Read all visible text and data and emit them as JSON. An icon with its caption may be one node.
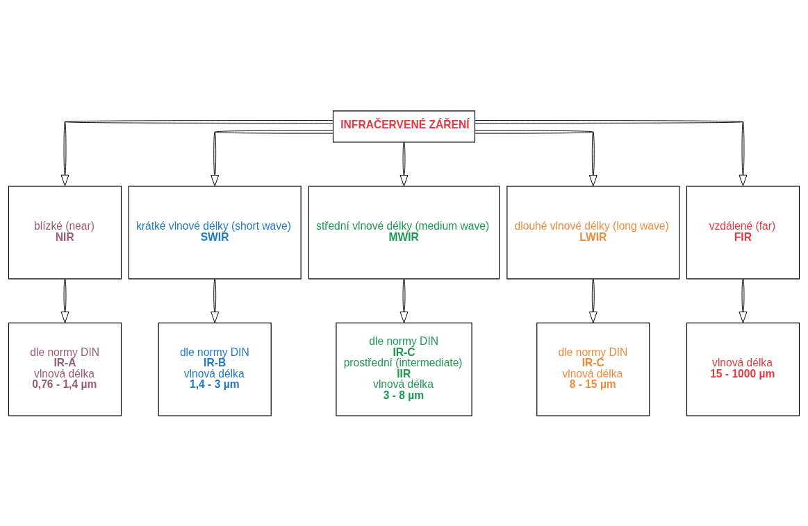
{
  "diagram": {
    "nodes": [
      {
        "text": [
          "INFRAČERVENÉ ZÁŘENÍ"
        ]
      },
      {
        "text": [
          "blízké (near)",
          "NIR"
        ]
      },
      {
        "text": [
          "krátké vlnové délky (short wave)",
          "SWIR"
        ]
      },
      {
        "text": [
          "střední vlnové délky (medium wave)",
          "MWIR"
        ]
      },
      {
        "text": [
          "dlouhé vlnové délky (long wave)",
          "LWIR"
        ]
      },
      {
        "text": [
          "vzdálené (far)",
          "FIR"
        ]
      },
      {
        "text": [
          "dle normy DIN",
          "IR-A",
          "vlnová délka",
          "0,76 - 1,4 µm"
        ]
      },
      {
        "text": [
          "dle normy DIN",
          "IR-B",
          "vlnová délka",
          "1,4 - 3 µm"
        ]
      },
      {
        "text": [
          "dle normy DIN",
          "IR-C",
          "prostřední (intermediate)",
          "IIR",
          "vlnová délka",
          "3 - 8 µm"
        ]
      },
      {
        "text": [
          "dle normy DIN",
          "IR-C",
          "vlnová délka",
          "8 - 15 µm"
        ]
      },
      {
        "text": [
          "vlnová délka",
          "15 - 1000 µm"
        ]
      }
    ],
    "edges": [
      {
        "from": 0,
        "to": 1,
        "arrow": "to"
      },
      {
        "from": 0,
        "to": 2,
        "arrow": "to"
      },
      {
        "from": 0,
        "to": 3,
        "arrow": "to"
      },
      {
        "from": 0,
        "to": 4,
        "arrow": "to"
      },
      {
        "from": 0,
        "to": 5,
        "arrow": "to"
      },
      {
        "from": 1,
        "to": 6,
        "arrow": "to"
      },
      {
        "from": 2,
        "to": 7,
        "arrow": "to"
      },
      {
        "from": 3,
        "to": 8,
        "arrow": "to"
      },
      {
        "from": 4,
        "to": 9,
        "arrow": "to"
      },
      {
        "from": 5,
        "to": 10,
        "arrow": "to"
      }
    ]
  }
}
